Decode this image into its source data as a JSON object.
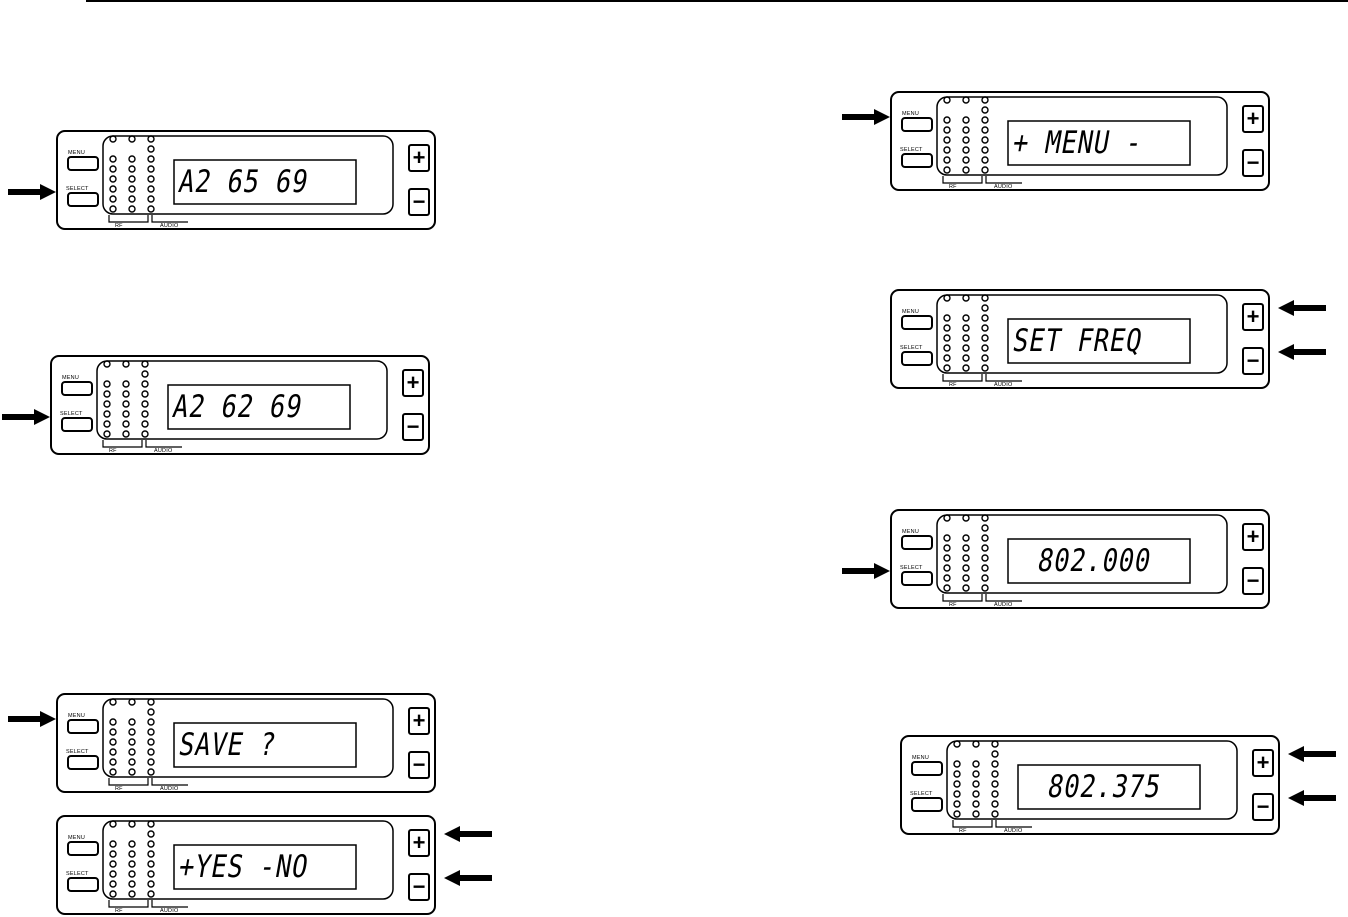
{
  "labels": {
    "menu": "MENU",
    "select": "SELECT",
    "rf": "RF",
    "audio": "AUDIO",
    "plus": "+",
    "minus": "−"
  },
  "panels": [
    {
      "id": "a",
      "display": "A2 65 69",
      "arrows": [
        "select"
      ]
    },
    {
      "id": "b",
      "display": "A2 62 69",
      "underlined_char": "2",
      "arrows": [
        "select"
      ]
    },
    {
      "id": "c",
      "display": "SAVE ?",
      "arrows": [
        "menu"
      ]
    },
    {
      "id": "d",
      "display": "+YES -NO",
      "arrows": [
        "plus",
        "minus"
      ]
    },
    {
      "id": "e",
      "display": "+ MENU -",
      "arrows": [
        "menu"
      ]
    },
    {
      "id": "f",
      "display": "SET FREQ",
      "arrows": [
        "plus",
        "minus"
      ]
    },
    {
      "id": "g",
      "display": "802.000",
      "arrows": [
        "select"
      ]
    },
    {
      "id": "h",
      "display": "802.375",
      "underlined_char": "5",
      "arrows": [
        "plus",
        "minus"
      ]
    }
  ]
}
